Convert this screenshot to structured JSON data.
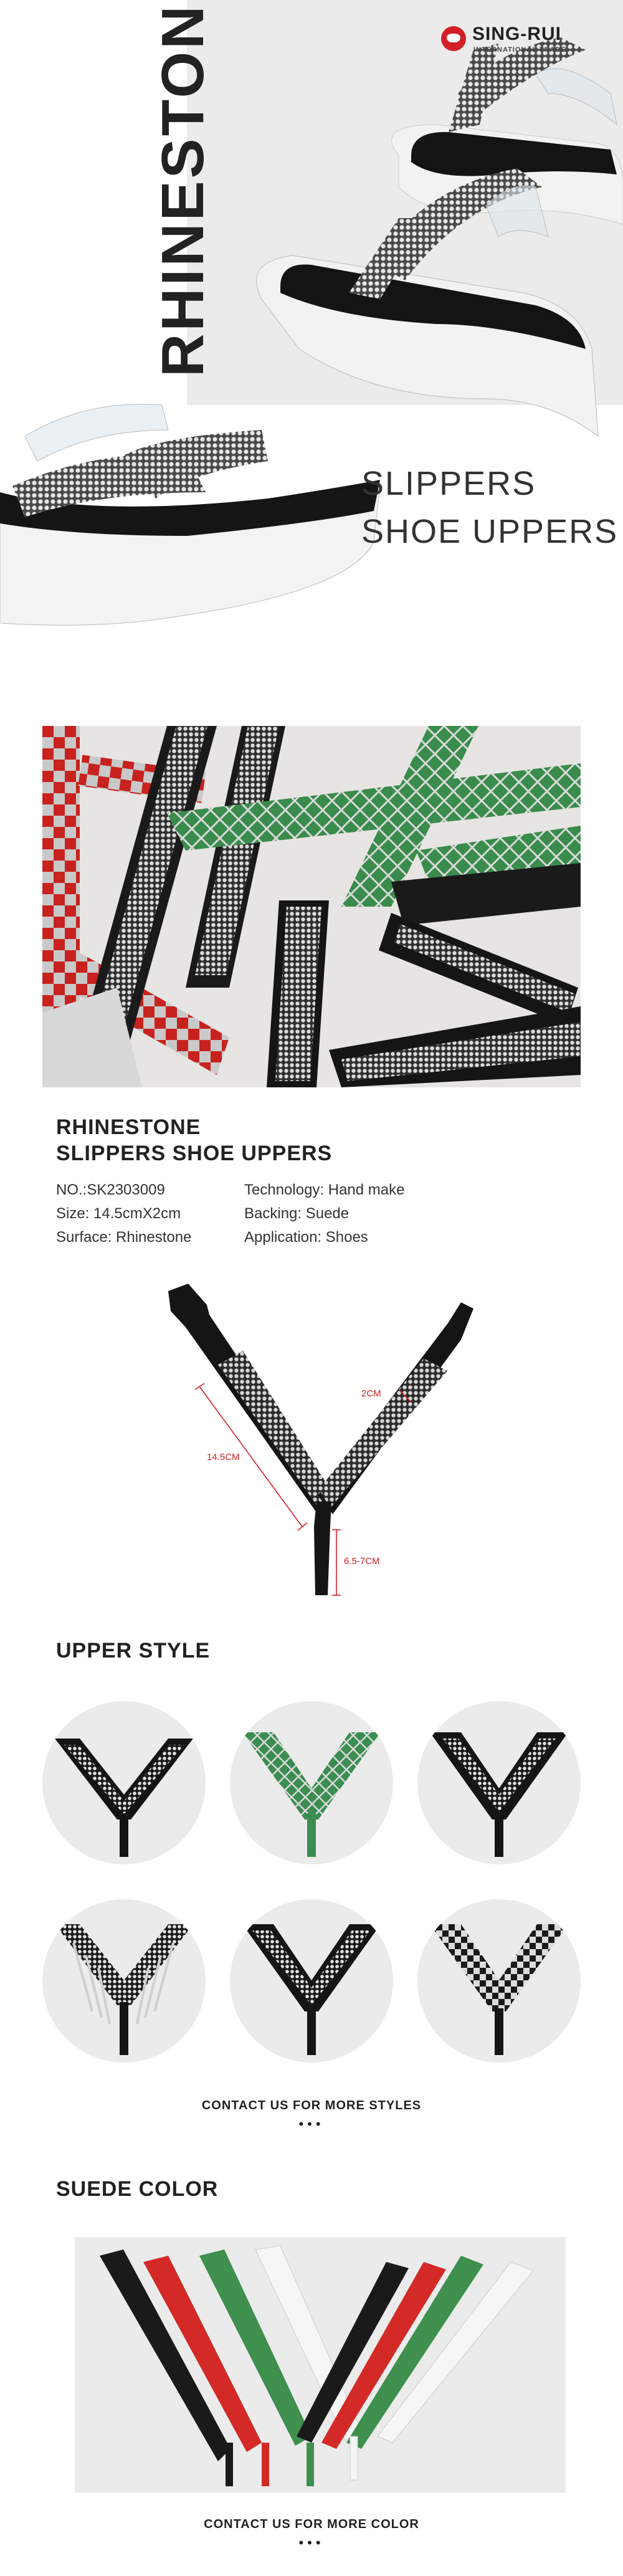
{
  "hero": {
    "vertical_title": "RHINESTONE",
    "brand_name": "SING-RUI",
    "brand_sub": "INTERNATIONAL TRADE",
    "subtitle_line1": "SLIPPERS",
    "subtitle_line2": "SHOE UPPERS"
  },
  "product": {
    "title_line1": "RHINESTONE",
    "title_line2": "SLIPPERS SHOE UPPERS",
    "specs_left": [
      "NO.:SK2303009",
      "Size:  14.5cmX2cm",
      "Surface: Rhinestone"
    ],
    "specs_right": [
      "Technology: Hand make",
      "Backing: Suede",
      "Application: Shoes"
    ]
  },
  "dimensions": {
    "width_label": "2CM",
    "length_label": "14.5CM",
    "toe_label": "6.5-7CM"
  },
  "upper_style": {
    "heading": "UPPER STYLE",
    "styles": [
      "style-zigzag-white",
      "style-green-diamond",
      "style-silver-stripe",
      "style-fringe",
      "style-diamond-band",
      "style-checker"
    ],
    "cta": "CONTACT US FOR MORE STYLES",
    "dots": "•••"
  },
  "suede_color": {
    "heading": "SUEDE COLOR",
    "colors": [
      "#1a1a1a",
      "#d42a27",
      "#3f8f4f",
      "#f4f4f2",
      "#3f8f4f",
      "#f4f4f2"
    ],
    "cta": "CONTACT US FOR MORE COLOR",
    "dots": "•••"
  },
  "colors": {
    "accent_red": "#d32027",
    "gray_bg": "#ebebeb",
    "text_dark": "#222222"
  }
}
